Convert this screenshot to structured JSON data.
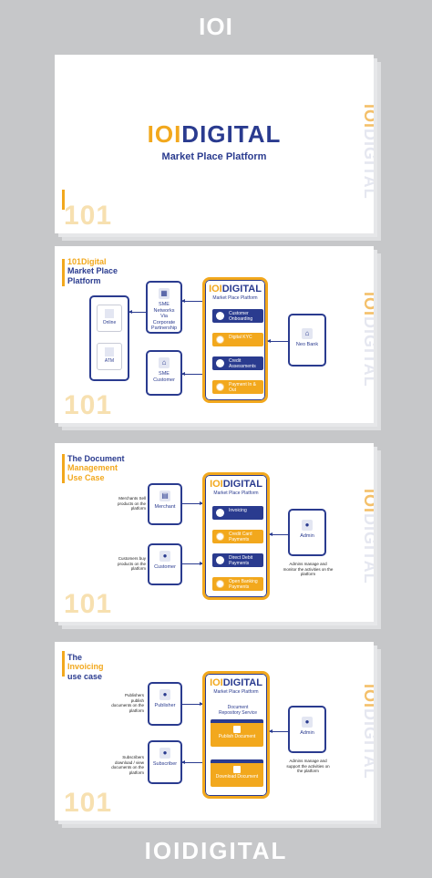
{
  "header": {
    "logo": "IOI"
  },
  "footer": {
    "logo": "IOIDIGITAL"
  },
  "slide1": {
    "brand_io": "IOI",
    "brand_name": "DIGITAL",
    "subtitle": "Market Place Platform",
    "side_io": "IOI",
    "side_name": "DIGITAL",
    "watermark": "101"
  },
  "slide2": {
    "title_l1": "101Digital",
    "title_l2": "Market Place",
    "title_l3": "Platform",
    "online": "Online",
    "atm": "ATM",
    "sme_networks": "SME Networks Via Corporate Partnership",
    "sme_customer": "SME Customer",
    "platform_io": "IOI",
    "platform_name": "DIGITAL",
    "platform_sub": "Market Place Platform",
    "pill1": "Customer Onboarding",
    "pill2": "Digital KYC",
    "pill3": "Credit Assessments",
    "pill4": "Payment In & Out",
    "neo_bank": "Neo Bank",
    "side_io": "IOI",
    "side_name": "DIGITAL",
    "watermark": "101"
  },
  "slide3": {
    "title_l1": "The Document",
    "title_l2": "Management",
    "title_l3": "Use Case",
    "merchant_note": "Merchants Sell products on the platform",
    "merchant": "Merchant",
    "customer_note": "Customers buy products on the platform",
    "customer": "Customer",
    "platform_io": "IOI",
    "platform_name": "DIGITAL",
    "platform_sub": "Market Place Platform",
    "pill1": "Invoicing",
    "pill2": "Credit Card Payments",
    "pill3": "Direct Debit Payments",
    "pill4": "Open Banking Payments",
    "admin": "Admin",
    "admin_note": "Admins manage and monitor the activities on the platform",
    "side_io": "IOI",
    "side_name": "DIGITAL",
    "watermark": "101"
  },
  "slide4": {
    "title_l1": "The",
    "title_l2": "Invoicing",
    "title_l3": "use case",
    "publisher_note": "Publishers publish documents on the platform",
    "publisher": "Publisher",
    "subscriber_note": "Subscribers download / view documents on the platform",
    "subscriber": "Subscriber",
    "platform_io": "IOI",
    "platform_name": "DIGITAL",
    "platform_sub": "Market Place Platform",
    "repo": "Document Repository Service",
    "publish_doc": "Publish Document",
    "download_doc": "Download Document",
    "admin": "Admin",
    "admin_note": "Admins manage and support the activities on the platform",
    "side_io": "IOI",
    "side_name": "DIGITAL",
    "watermark": "101"
  }
}
